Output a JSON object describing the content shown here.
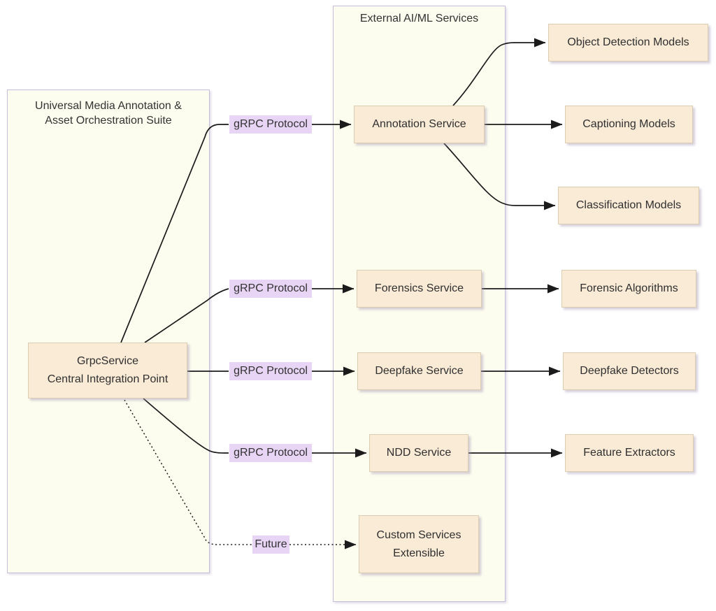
{
  "colors": {
    "container_fill": "#fcfcef",
    "container_border": "#c6bcdc",
    "node_fill": "#faebd7",
    "node_border": "#dbcdb2",
    "label_bg": "#e8d4f4",
    "edge": "#1b1b1b",
    "text": "#2f2f2f"
  },
  "suite": {
    "title": "Universal Media Annotation & Asset Orchestration Suite"
  },
  "external": {
    "title": "External AI/ML Services"
  },
  "nodes": {
    "grpc_service": {
      "title": "GrpcService",
      "subtitle": "Central Integration Point"
    },
    "annotation_service": "Annotation Service",
    "forensics_service": "Forensics Service",
    "deepfake_service": "Deepfake Service",
    "ndd_service": "NDD Service",
    "custom_services": {
      "title": "Custom Services",
      "subtitle": "Extensible"
    },
    "object_detection_models": "Object Detection Models",
    "captioning_models": "Captioning Models",
    "classification_models": "Classification Models",
    "forensic_algorithms": "Forensic Algorithms",
    "deepfake_detectors": "Deepfake Detectors",
    "feature_extractors": "Feature Extractors"
  },
  "edge_labels": {
    "grpc_protocol_1": "gRPC Protocol",
    "grpc_protocol_2": "gRPC Protocol",
    "grpc_protocol_3": "gRPC Protocol",
    "grpc_protocol_4": "gRPC Protocol",
    "future": "Future"
  }
}
